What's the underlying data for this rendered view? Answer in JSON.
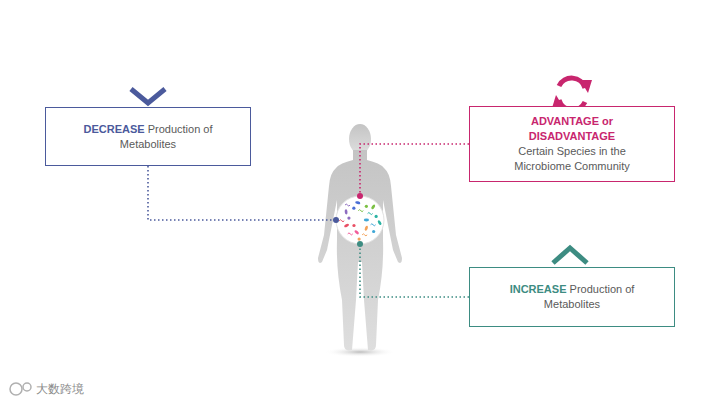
{
  "diagram": {
    "nodes": [
      {
        "text": [
          "DECREASE",
          "Production of Metabolites"
        ]
      },
      {
        "text": [
          "ADVANTAGE or DISADVANTAGE",
          "Certain Species in the Microbiome Community"
        ]
      },
      {
        "text": [
          "INCREASE",
          "Production of Metabolites"
        ]
      }
    ],
    "labels": [
      "大数跨境"
    ]
  }
}
